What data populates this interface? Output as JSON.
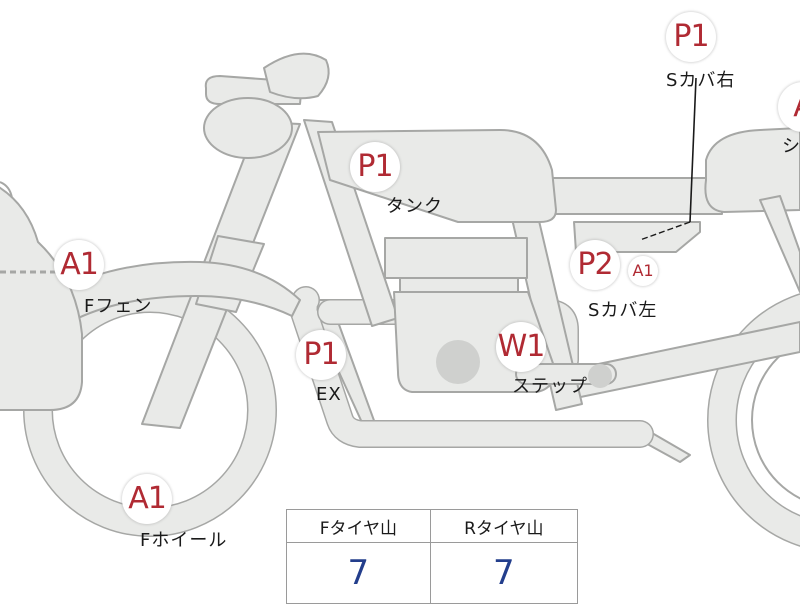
{
  "badges": {
    "s_cover_right": "P1",
    "tank": "P1",
    "seat": "A",
    "front_fender": "A1",
    "s_cover_left": "P2",
    "s_cover_left_small": "A1",
    "exhaust": "P1",
    "step": "W1",
    "front_wheel": "A1"
  },
  "labels": {
    "s_cover_right": "Sカバ右",
    "tank": "タンク",
    "seat": "シ",
    "front_fender": "Fフェン",
    "s_cover_left": "Sカバ左",
    "exhaust": "EX",
    "step": "ステップ",
    "front_wheel": "Fホイール"
  },
  "tire_tread": {
    "headers": [
      "Fタイヤ山",
      "Rタイヤ山"
    ],
    "values": [
      "7",
      "7"
    ]
  },
  "colors": {
    "body_fill": "#e9eae8",
    "outline": "#a6a7a5",
    "badge_text": "#b02a33",
    "tread_value": "#233e8c"
  }
}
